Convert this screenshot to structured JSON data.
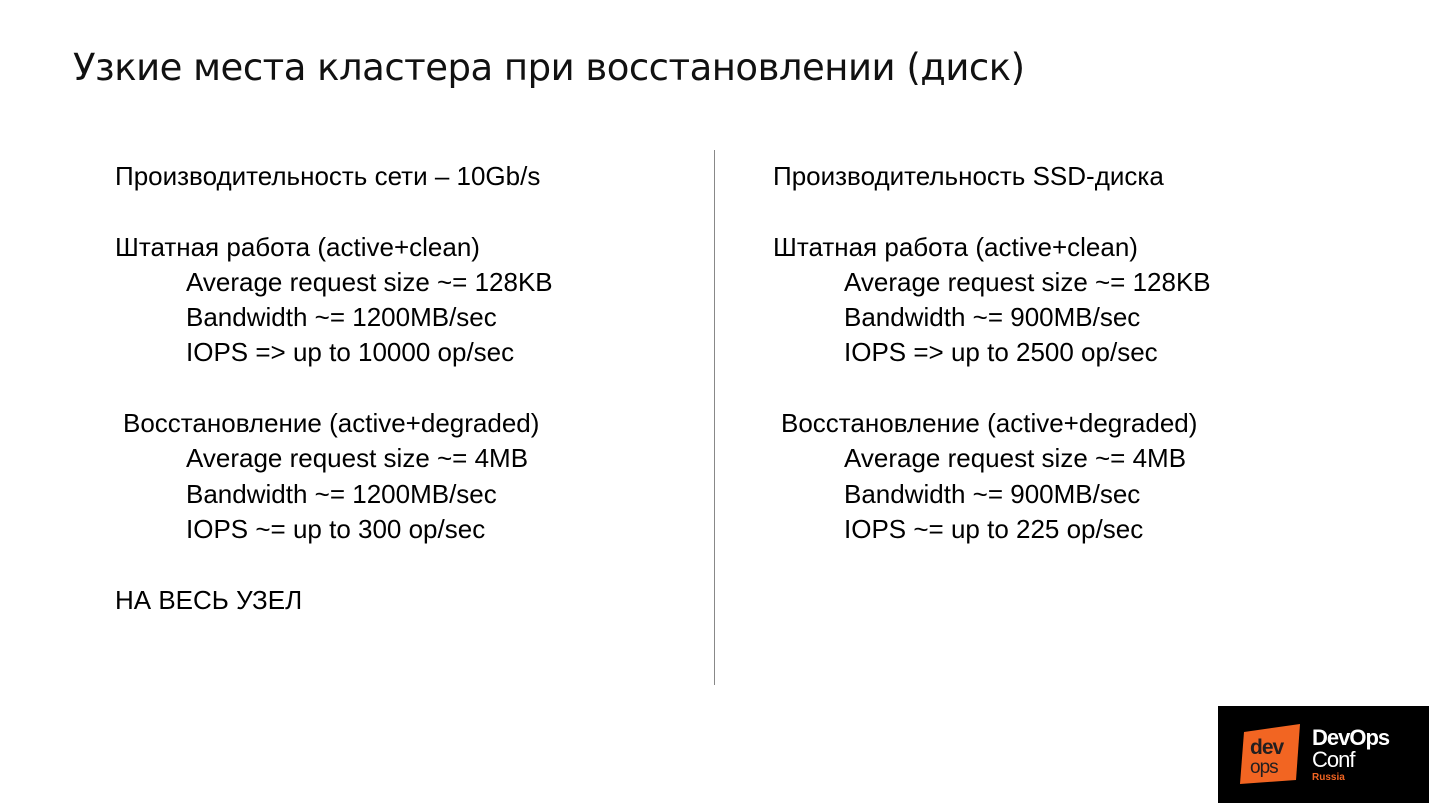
{
  "slide": {
    "title": "Узкие места кластера при восстановлении (диск)"
  },
  "left": {
    "heading": "Производительность сети – 10Gb/s",
    "normal": {
      "label": "Штатная работа (active+clean)",
      "avg": "Average request size ~= 128KB",
      "bw": "Bandwidth ~= 1200MB/sec",
      "iops": "IOPS => up to 10000 op/sec"
    },
    "recovery": {
      "label": "Восстановление (active+degraded)",
      "avg": "Average request size ~= 4MB",
      "bw": "Bandwidth ~= 1200MB/sec",
      "iops": "IOPS ~= up to 300 op/sec"
    },
    "footer": "НА ВЕСЬ УЗЕЛ"
  },
  "right": {
    "heading": "Производительность SSD-диска",
    "normal": {
      "label": "Штатная работа (active+clean)",
      "avg": "Average request size ~= 128KB",
      "bw": "Bandwidth ~= 900MB/sec",
      "iops": "IOPS => up to 2500 op/sec"
    },
    "recovery": {
      "label": "Восстановление (active+degraded)",
      "avg": "Average request size ~= 4MB",
      "bw": "Bandwidth ~= 900MB/sec",
      "iops": "IOPS ~= up to 225 op/sec"
    }
  },
  "logo": {
    "mark_top": "dev",
    "mark_bottom": "ops",
    "word1": "DevOps",
    "word2": "Conf",
    "word3": "Russia",
    "accent": "#f26522"
  }
}
